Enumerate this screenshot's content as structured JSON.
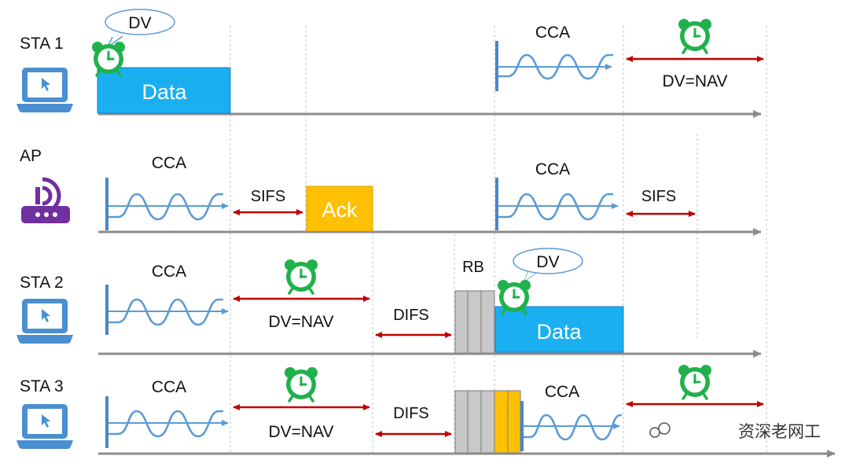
{
  "colors": {
    "axis": "#8c8c8c",
    "wave": "#5b9bd5",
    "cca_bar": "#4a86c5",
    "data_box": "#1aaff0",
    "ack_box": "#ffc000",
    "arrow": "#c00000",
    "rb_box": "#c8c8c8",
    "clock": "#21b14c",
    "device": "#4a90d0",
    "router": "#7030a0"
  },
  "stations": [
    {
      "name": "STA 1",
      "icon": "laptop-icon"
    },
    {
      "name": "AP",
      "icon": "router-icon"
    },
    {
      "name": "STA 2",
      "icon": "laptop-icon"
    },
    {
      "name": "STA 3",
      "icon": "laptop-icon"
    }
  ],
  "labels": {
    "cca": "CCA",
    "sifs": "SIFS",
    "difs": "DIFS",
    "data": "Data",
    "ack": "Ack",
    "rb": "RB",
    "dv": "DV",
    "dv_nav": "DV=NAV"
  },
  "watermark": "资深老网工"
}
